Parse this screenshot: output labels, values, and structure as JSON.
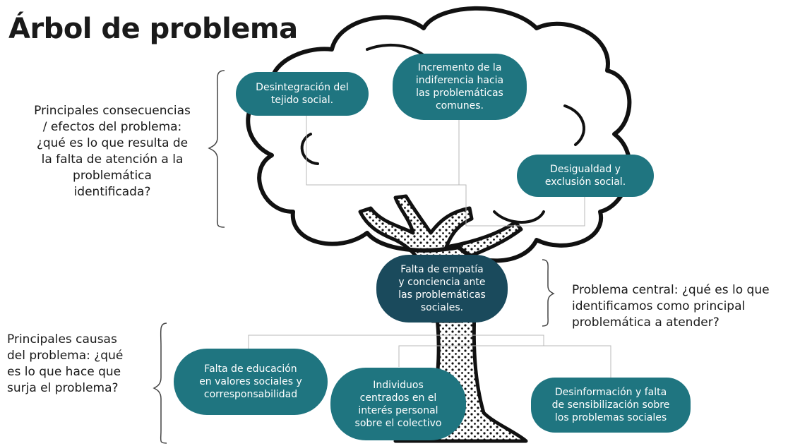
{
  "title": "Árbol de problema",
  "colors": {
    "teal": "#1f7580",
    "dark_teal": "#1a4a5c",
    "outline": "#111111"
  },
  "side_labels": {
    "consequences": "Principales consecuencias\n/ efectos del problema:\n¿qué es lo que resulta de\nla falta de atención a la\nproblemática\nidentificada?",
    "central": "Problema central: ¿qué es lo que\nidentificamos como principal\nproblemática a atender?",
    "causes": "Principales causas\ndel problema: ¿qué\nes lo que hace que\nsurja el problema?"
  },
  "effects": {
    "e1": "Desintegración del\ntejido social.",
    "e2": "Incremento de la\nindiferencia hacia\nlas problemáticas\ncomunes.",
    "e3": "Desigualdad y\nexclusión social."
  },
  "central_problem": "Falta de empatía\ny conciencia ante\nlas problemáticas\nsociales.",
  "causes": {
    "c1": "Falta de educación\nen valores sociales y\ncorresponsabilidad",
    "c2": "Individuos\ncentrados en el\ninterés personal\nsobre el colectivo",
    "c3": "Desinformación y falta\nde sensibilización sobre\nlos problemas sociales"
  }
}
